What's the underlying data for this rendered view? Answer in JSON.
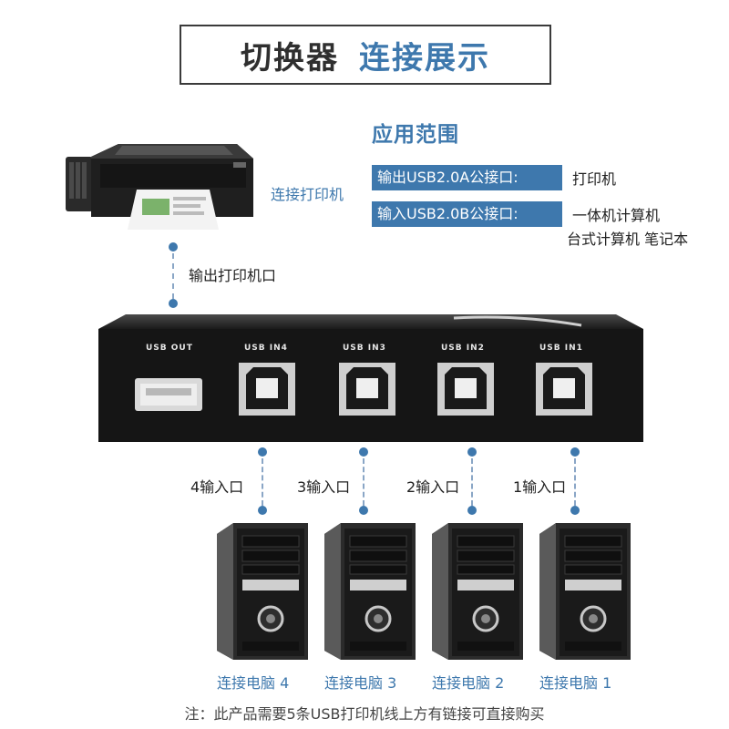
{
  "title": {
    "part1": "切换器",
    "part2": "连接展示"
  },
  "range": {
    "heading": "应用范围",
    "output_tag": "输出USB2.0A公接口:",
    "output_desc": "打印机",
    "input_tag": "输入USB2.0B公接口:",
    "input_desc_line1": "一体机计算机",
    "input_desc_line2": "台式计算机 笔记本"
  },
  "printer": {
    "label": "连接打印机",
    "port_label": "输出打印机口"
  },
  "switch": {
    "ports": [
      "USB OUT",
      "USB IN4",
      "USB IN3",
      "USB IN2",
      "USB IN1"
    ]
  },
  "inputs": [
    "4输入口",
    "3输入口",
    "2输入口",
    "1输入口"
  ],
  "computers": [
    "连接电脑 4",
    "连接电脑 3",
    "连接电脑 2",
    "连接电脑 1"
  ],
  "note": "注：此产品需要5条USB打印机线上方有链接可直接购买",
  "colors": {
    "accent": "#3e78ad",
    "dashed": "#8aa6c6",
    "device": "#1c1c1c"
  }
}
